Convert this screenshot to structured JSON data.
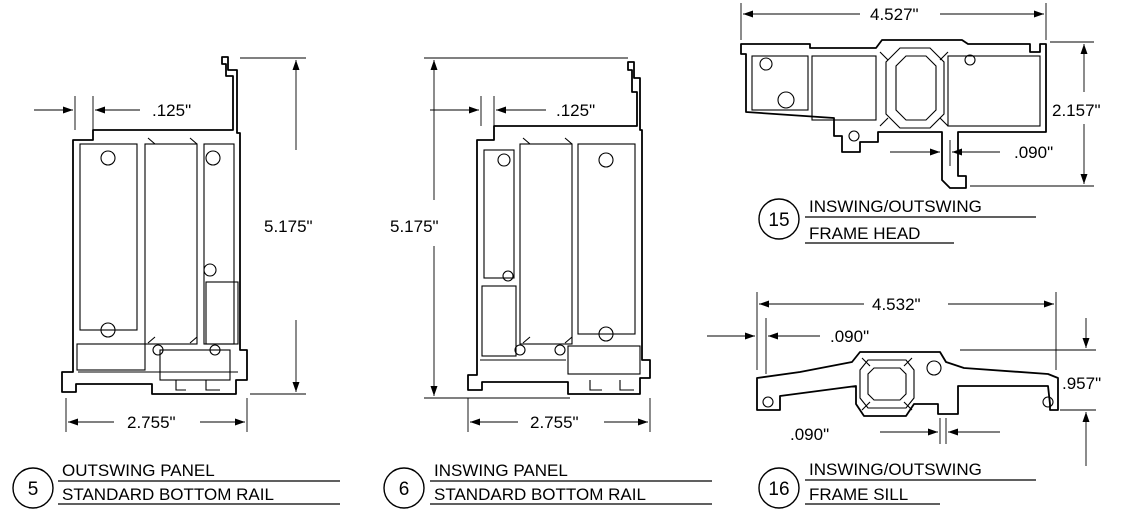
{
  "details": [
    {
      "id": "detail-5",
      "number": "5",
      "caption_line1": "OUTSWING PANEL",
      "caption_line2": "STANDARD BOTTOM RAIL",
      "dim_wall": ".125\"",
      "dim_height": "5.175\"",
      "dim_width": "2.755\""
    },
    {
      "id": "detail-6",
      "number": "6",
      "caption_line1": "INSWING PANEL",
      "caption_line2": "STANDARD BOTTOM RAIL",
      "dim_wall": ".125\"",
      "dim_height": "5.175\"",
      "dim_width": "2.755\""
    },
    {
      "id": "detail-15",
      "number": "15",
      "caption_line1": "INSWING/OUTSWING",
      "caption_line2": "FRAME HEAD",
      "dim_width": "4.527\"",
      "dim_height": "2.157\"",
      "dim_wall": ".090\""
    },
    {
      "id": "detail-16",
      "number": "16",
      "caption_line1": "INSWING/OUTSWING",
      "caption_line2": "FRAME SILL",
      "dim_width": "4.532\"",
      "dim_height": ".957\"",
      "dim_wall_top": ".090\"",
      "dim_wall_bottom": ".090\""
    }
  ]
}
